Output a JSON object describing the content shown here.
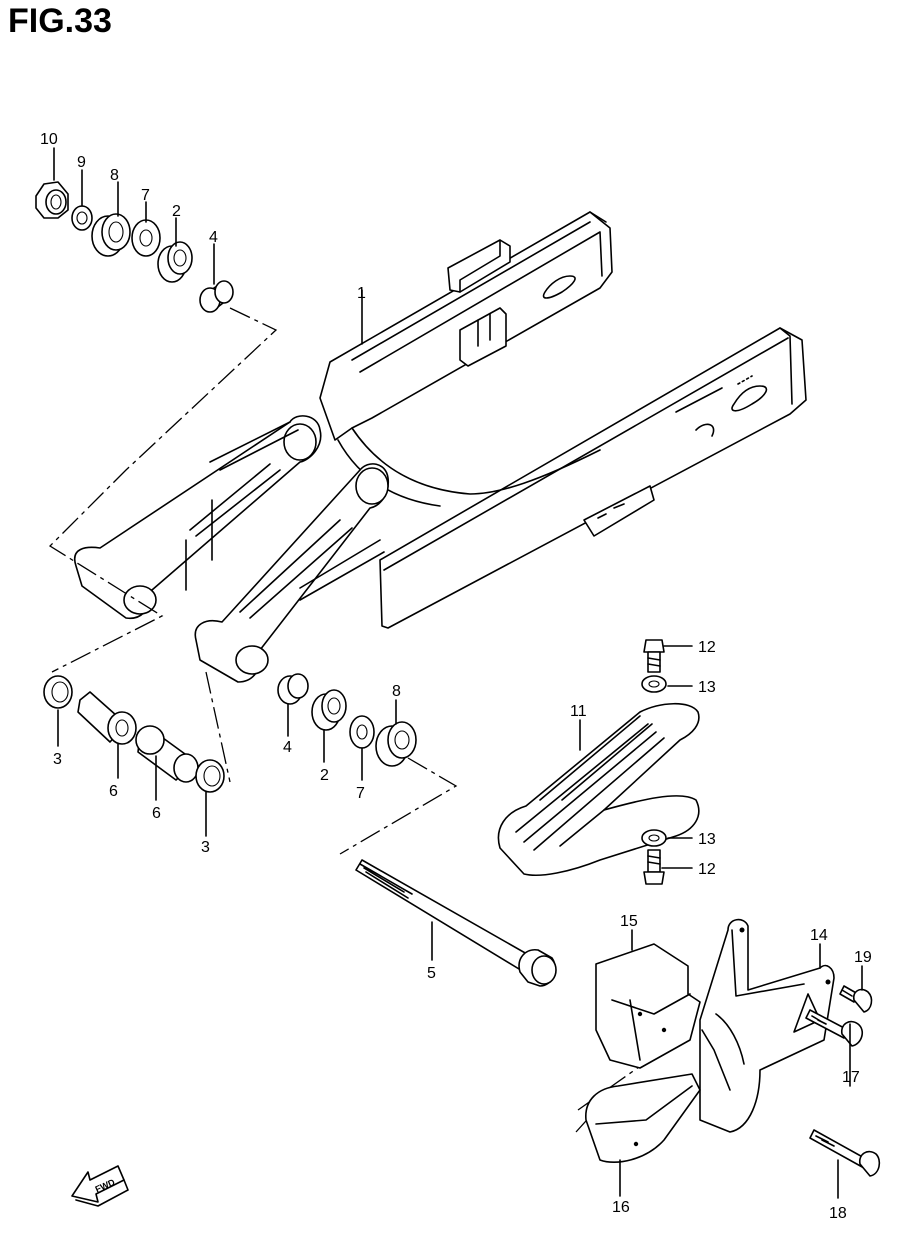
{
  "figure": {
    "title": "FIG.33"
  },
  "callouts": [
    {
      "id": "c-1",
      "label": "1"
    },
    {
      "id": "c-2a",
      "label": "2"
    },
    {
      "id": "c-2b",
      "label": "2"
    },
    {
      "id": "c-3a",
      "label": "3"
    },
    {
      "id": "c-3b",
      "label": "3"
    },
    {
      "id": "c-4a",
      "label": "4"
    },
    {
      "id": "c-4b",
      "label": "4"
    },
    {
      "id": "c-5",
      "label": "5"
    },
    {
      "id": "c-6a",
      "label": "6"
    },
    {
      "id": "c-6b",
      "label": "6"
    },
    {
      "id": "c-7a",
      "label": "7"
    },
    {
      "id": "c-7b",
      "label": "7"
    },
    {
      "id": "c-8a",
      "label": "8"
    },
    {
      "id": "c-8b",
      "label": "8"
    },
    {
      "id": "c-9",
      "label": "9"
    },
    {
      "id": "c-10",
      "label": "10"
    },
    {
      "id": "c-11",
      "label": "11"
    },
    {
      "id": "c-12a",
      "label": "12"
    },
    {
      "id": "c-12b",
      "label": "12"
    },
    {
      "id": "c-13a",
      "label": "13"
    },
    {
      "id": "c-13b",
      "label": "13"
    },
    {
      "id": "c-14",
      "label": "14"
    },
    {
      "id": "c-15",
      "label": "15"
    },
    {
      "id": "c-16",
      "label": "16"
    },
    {
      "id": "c-17",
      "label": "17"
    },
    {
      "id": "c-18",
      "label": "18"
    },
    {
      "id": "c-19",
      "label": "19"
    }
  ],
  "fwd_arrow": {
    "label": "FWD",
    "icon": "forward-arrow-icon"
  }
}
